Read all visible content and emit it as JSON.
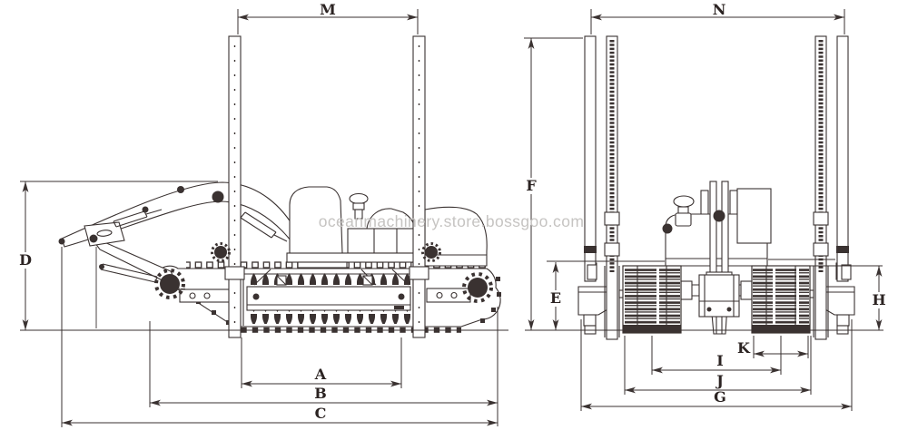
{
  "drawing": {
    "kind": "technical dimension drawing",
    "subject": "amphibious excavator with spud poles, side elevation and front elevation",
    "background_color": "#ffffff",
    "line_color": "#3a3231",
    "label_color": "#2b2322",
    "watermark": {
      "text": "oceanmachinery.store.bossgoo.com",
      "color": "#c6c4c2"
    },
    "dims": {
      "A": "A",
      "B": "B",
      "C": "C",
      "D": "D",
      "E": "E",
      "F": "F",
      "G": "G",
      "H": "H",
      "I": "I",
      "J": "J",
      "K": "K",
      "M": "M",
      "N": "N"
    },
    "views": {
      "left": "side view",
      "right": "front view"
    }
  }
}
